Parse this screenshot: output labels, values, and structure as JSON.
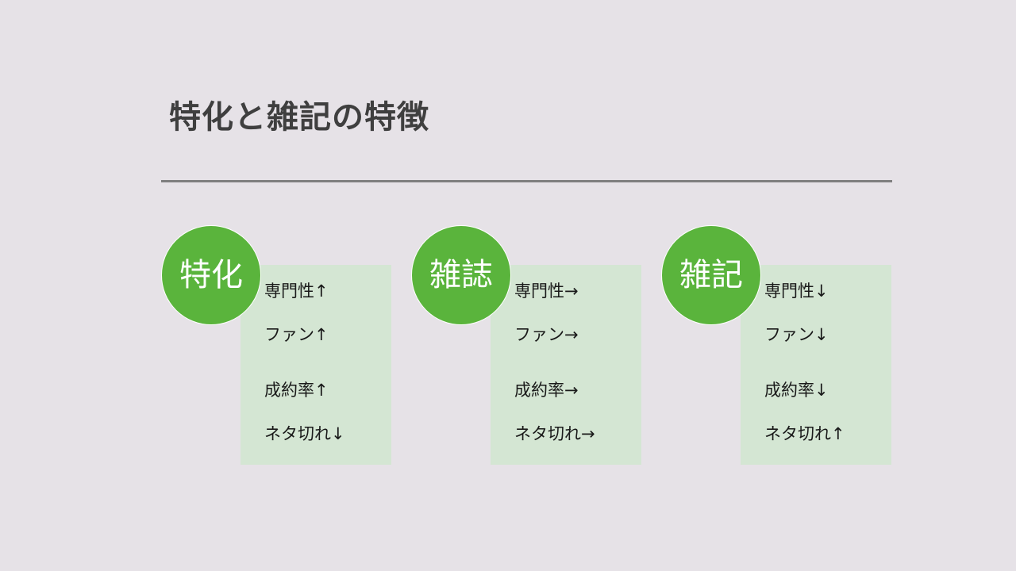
{
  "slide": {
    "title": "特化と雑記の特徴",
    "colors": {
      "background": "#e6e2e7",
      "title_text": "#3f3f3f",
      "rule": "#7f7f7f",
      "circle_fill": "#5ab43c",
      "panel_fill": "#d4e6d3",
      "item_text": "#1a1a1a"
    }
  },
  "columns": [
    {
      "heading": "特化",
      "items": [
        "専門性↑",
        "ファン↑",
        "成約率↑",
        "ネタ切れ↓"
      ]
    },
    {
      "heading": "雑誌",
      "items": [
        "専門性→",
        "ファン→",
        "成約率→",
        "ネタ切れ→"
      ]
    },
    {
      "heading": "雑記",
      "items": [
        "専門性↓",
        "ファン↓",
        "成約率↓",
        "ネタ切れ↑"
      ]
    }
  ]
}
